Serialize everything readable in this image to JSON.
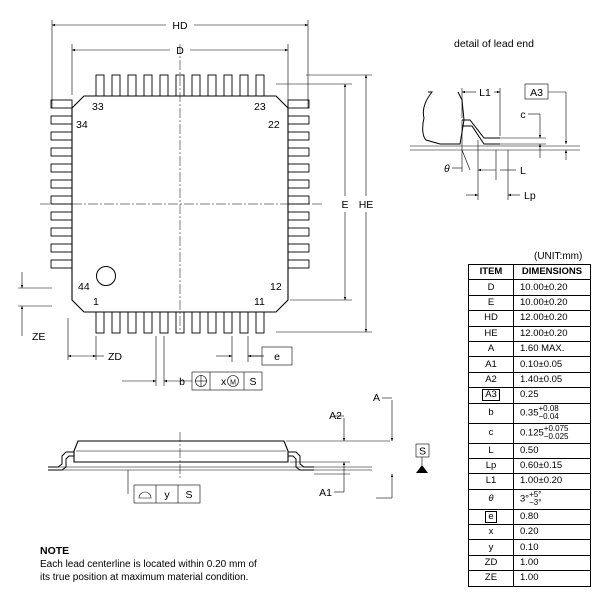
{
  "top_view": {
    "hd_label": "HD",
    "d_label": "D",
    "e_label": "E",
    "he_label": "HE",
    "pin_33": "33",
    "pin_23": "23",
    "pin_34": "34",
    "pin_22": "22",
    "pin_44": "44",
    "pin_12": "12",
    "pin_1": "1",
    "pin_11": "11",
    "ze_label": "ZE",
    "zd_label": "ZD",
    "e_pitch_label": "e",
    "b_label": "b",
    "fcf": {
      "x": "x",
      "mmc": "M",
      "datum": "S"
    }
  },
  "lead_detail": {
    "title": "detail of lead end",
    "l1": "L1",
    "a3": "A3",
    "c": "c",
    "theta": "θ",
    "l": "L",
    "lp": "Lp"
  },
  "side_view": {
    "a2": "A2",
    "a": "A",
    "a1": "A1",
    "datum_s": "S",
    "flatness": {
      "y": "y",
      "datum": "S"
    }
  },
  "table": {
    "unit": "(UNIT:mm)",
    "header_item": "ITEM",
    "header_dim": "DIMENSIONS",
    "rows": [
      {
        "item": "D",
        "value": "10.00±0.20"
      },
      {
        "item": "E",
        "value": "10.00±0.20"
      },
      {
        "item": "HD",
        "value": "12.00±0.20"
      },
      {
        "item": "HE",
        "value": "12.00±0.20"
      },
      {
        "item": "A",
        "value": "1.60 MAX."
      },
      {
        "item": "A1",
        "value": "0.10±0.05"
      },
      {
        "item": "A2",
        "value": "1.40±0.05"
      },
      {
        "item": "A3",
        "value": "0.25"
      },
      {
        "item": "b",
        "value": "0.35",
        "tol_plus": "+0.08",
        "tol_minus": "−0.04"
      },
      {
        "item": "c",
        "value": "0.125",
        "tol_plus": "+0.075",
        "tol_minus": "−0.025"
      },
      {
        "item": "L",
        "value": "0.50"
      },
      {
        "item": "Lp",
        "value": "0.60±0.15"
      },
      {
        "item": "L1",
        "value": "1.00±0.20"
      },
      {
        "item": "θ",
        "value": "3°",
        "tol_plus": "+5°",
        "tol_minus": "−3°"
      },
      {
        "item": "e",
        "value": "0.80"
      },
      {
        "item": "x",
        "value": "0.20"
      },
      {
        "item": "y",
        "value": "0.10"
      },
      {
        "item": "ZD",
        "value": "1.00"
      },
      {
        "item": "ZE",
        "value": "1.00"
      }
    ]
  },
  "note": {
    "title": "NOTE",
    "line1": "Each lead centerline is located within 0.20 mm of",
    "line2": "its true position at maximum material condition."
  }
}
